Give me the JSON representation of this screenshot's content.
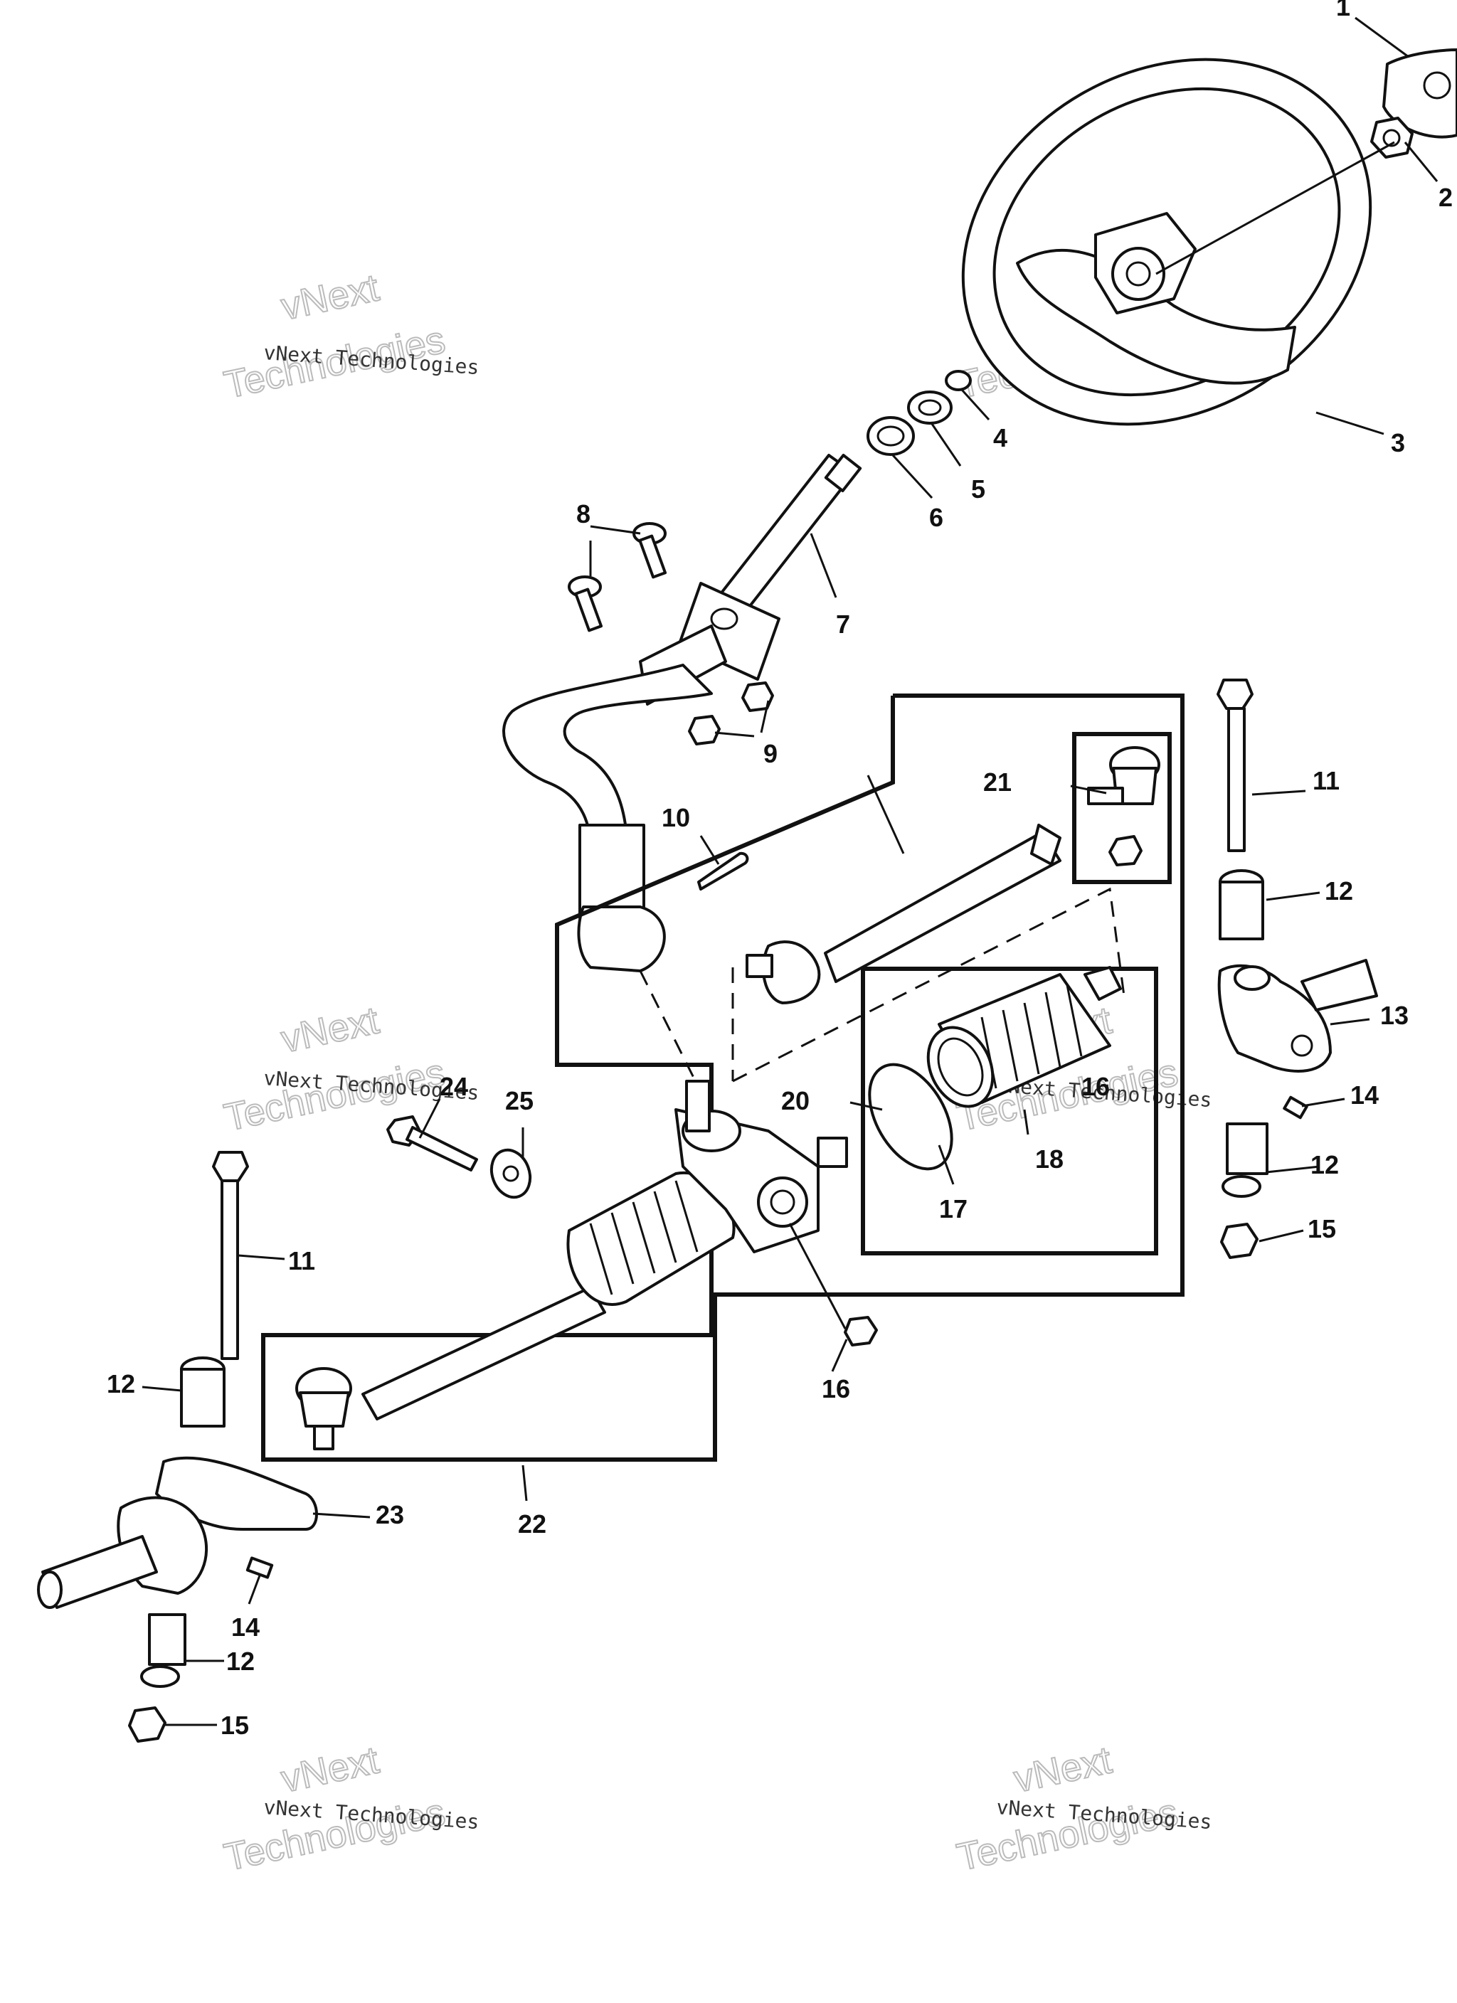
{
  "callouts": {
    "c1": "1",
    "c2": "2",
    "c3": "3",
    "c4": "4",
    "c5": "5",
    "c6": "6",
    "c7": "7",
    "c8": "8",
    "c9": "9",
    "c10": "10",
    "c11a": "11",
    "c11b": "11",
    "c12a": "12",
    "c12b": "12",
    "c12c": "12",
    "c12d": "12",
    "c13": "13",
    "c14a": "14",
    "c14b": "14",
    "c15a": "15",
    "c15b": "15",
    "c16a": "16",
    "c16b": "16",
    "c17": "17",
    "c18": "18",
    "c20": "20",
    "c21": "21",
    "c22": "22",
    "c23": "23",
    "c24": "24",
    "c25": "25"
  },
  "watermark": {
    "small": "vNext Technologies",
    "large_top": "vNext",
    "large_bottom": "Technologies"
  }
}
